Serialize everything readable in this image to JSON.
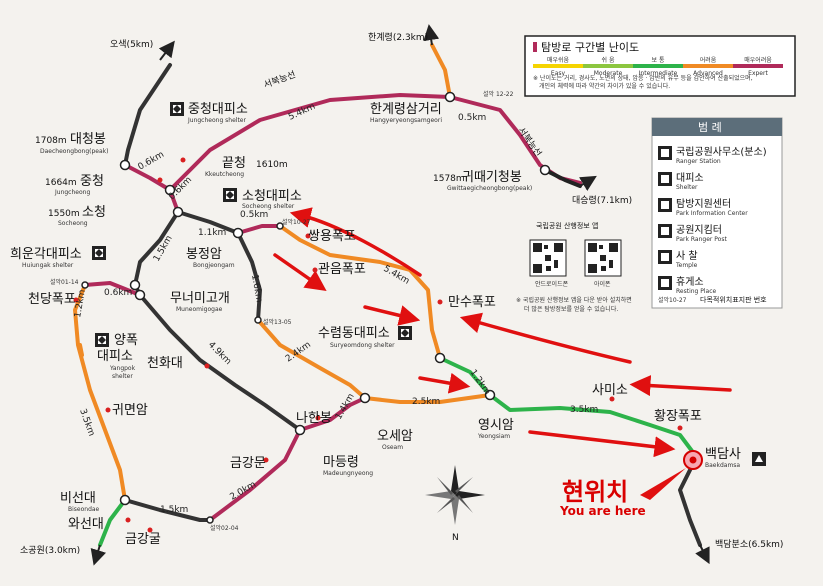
{
  "legend_difficulty": {
    "title": "탐방로 구간별 난이도",
    "levels": [
      {
        "ko": "매우쉬움",
        "en": "Easy",
        "color": "#f5d400"
      },
      {
        "ko": "쉬 움",
        "en": "Moderate",
        "color": "#8cc63f"
      },
      {
        "ko": "보 통",
        "en": "Intermediate",
        "color": "#2db34a"
      },
      {
        "ko": "어려움",
        "en": "Advanced",
        "color": "#f08a24"
      },
      {
        "ko": "매우어려움",
        "en": "Expert",
        "color": "#b02a5a"
      }
    ],
    "note1": "※ 난이도는 거리, 경사도, 노면의 상태, 암릉 · 암반의 유무 등을 감안하여 산출되었으며,",
    "note2": "개인의 체력에 따라 약간의 차이가 있을 수 있습니다."
  },
  "legend": {
    "title": "범  례",
    "items": [
      {
        "icon": "ranger-station-icon",
        "ko": "국립공원사무소(분소)",
        "en": "Ranger Station"
      },
      {
        "icon": "shelter-icon",
        "ko": "대피소",
        "en": "Shelter"
      },
      {
        "icon": "info-center-icon",
        "ko": "탐방지원센터",
        "en": "Park Information Center"
      },
      {
        "icon": "park-ranger-post-icon",
        "ko": "공원지킴터",
        "en": "Park Ranger Post"
      },
      {
        "icon": "temple-icon",
        "ko": "사 찰",
        "en": "Temple"
      },
      {
        "icon": "resting-place-icon",
        "ko": "휴게소",
        "en": "Resting Place"
      }
    ],
    "signpost_code": "설악10-27",
    "signpost_label": "다목적위치표지판 번호"
  },
  "qr": {
    "title": "국립공원 산행정보 앱",
    "left_label": "안드로이드폰",
    "right_label": "아이폰",
    "note1": "※ 국립공원 산행정보 앱을 다운 받아 설치하면",
    "note2": "더 많은 탐방정보를 얻을 수 있습니다."
  },
  "places": {
    "oseak": "오색(5km)",
    "hangyeryeong_top": "한계령(2.3km)",
    "jungcheong_shelter_ko": "중청대피소",
    "jungcheong_shelter_en": "Jungcheong shelter",
    "daecheongbong_height": "1708m",
    "daecheongbong_ko": "대청봉",
    "daecheongbong_en": "Daecheongbong(peak)",
    "kkeutcheong_ko": "끝청",
    "kkeutcheong_height": "1610m",
    "kkeutcheong_en": "Kkeutcheong",
    "jungcheong_height": "1664m",
    "jungcheong_ko": "중청",
    "jungcheong_en": "Jungcheong",
    "socheong_height": "1550m",
    "socheong_ko": "소청",
    "socheong_en": "Socheong",
    "socheong_shelter_ko": "소청대피소",
    "socheong_shelter_en": "Socheong shelter",
    "hangyeryeong_ko": "한계령삼거리",
    "hangyeryeong_en": "Hangyeryeongsamgeori",
    "seobukneungseon": "서북능선",
    "dist_5_4": "5.4km",
    "dist_0_5a": "0.5km",
    "dist_0_6": "0.6km",
    "dist_0_6b": "0.6km",
    "sign_12_22": "설악\n12-22",
    "gwittaegicheong_height": "1578m",
    "gwittaegicheong_ko": "귀때기청봉",
    "gwittaegicheong_en": "Gwittaegicheongbong(peak)",
    "daeseungryeong": "대승령(7.1km)",
    "seobukneungseon2": "서북능선",
    "huiungak_ko": "희운각대피소",
    "huiungak_en": "Huiungak shelter",
    "bongjeongam_ko": "봉정암",
    "bongjeongam_en": "Bongjeongam",
    "dist_1_1": "1.1km",
    "dist_0_5b": "0.5km",
    "sign_10_27": "설악10-27",
    "ssangyong_ko": "쌍용폭포",
    "gwaneum_ko": "관음폭포",
    "dist_1_5": "1.5km",
    "dist_1_6": "1.6km",
    "sign_01_14": "설악01-14",
    "cheondang_ko": "천당폭포",
    "dist_0_6c": "0.6km",
    "munyeomi_ko": "무너미고개",
    "munyeomi_en": "Muneomigogae",
    "dist_1_2a": "1.2km",
    "sign_13_05": "설악13-05",
    "suryeomdong_ko": "수렴동대피소",
    "suryeomdong_en": "Suryeomdong shelter",
    "mansu_ko": "만수폭포",
    "yangpok_ko1": "양폭",
    "yangpok_ko2": "대피소",
    "yangpok_en1": "Yangpok",
    "yangpok_en2": "shelter",
    "cheonhwadae_ko": "천화대",
    "dist_4_9": "4.9km",
    "dist_2_4": "2.4km",
    "dist_1_2b": "1.2km",
    "sam_ko": "사미소",
    "dist_3_5a": "3.5km",
    "dist_2_5": "2.5km",
    "dist_3_5b": "3.5km",
    "gwimyeonam_ko": "귀면암",
    "nahanbong_ko": "나한봉",
    "dist_1_4": "1.4km",
    "oseam_ko": "오세암",
    "oseam_en": "Oseam",
    "yeongsiam_ko": "영시암",
    "yeongsiam_en": "Yeongsiam",
    "hwangjang_ko": "황장폭포",
    "baekdamsa_ko": "백담사",
    "baekdamsa_en": "Baekdamsa",
    "madeungryeong_ko": "마등령",
    "madeungryeong_en": "Madeungnyeong",
    "geumgangmun_ko": "금강문",
    "dist_2_0": "2.0km",
    "biseondae_ko": "비선대",
    "biseondae_en": "Biseondae",
    "waseondae_ko": "와선대",
    "dist_1_5b": "1.5km",
    "sign_02_04": "설악02-04",
    "geumganggul_ko": "금강굴",
    "sogongwon": "소공원(3.0km)",
    "baekdambunso": "백담분소(6.5km)",
    "compass_n": "N",
    "you_are_here_ko": "현위치",
    "you_are_here_en": "You are here"
  },
  "colors": {
    "trail_red": "#b02a5a",
    "trail_orange": "#f08a24",
    "trail_green": "#2db34a",
    "trail_dark": "#333333",
    "annotation_red": "#e01010"
  }
}
